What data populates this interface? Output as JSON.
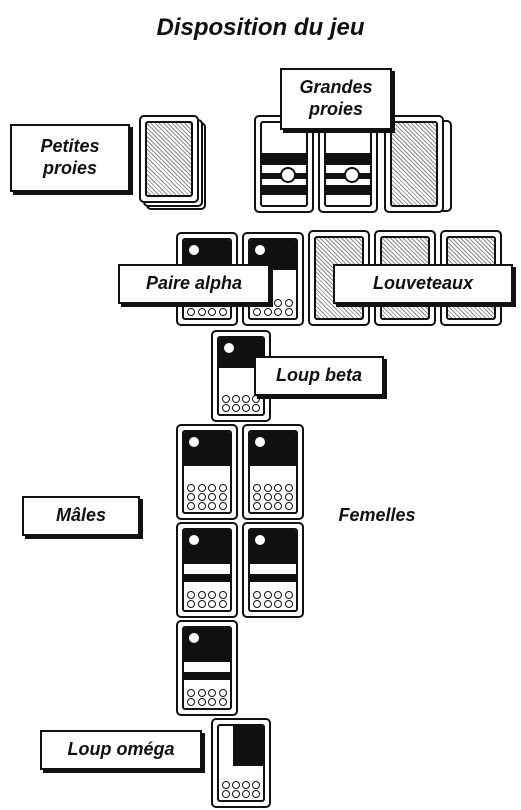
{
  "title": "Disposition du jeu",
  "labels": {
    "petites_proies": "Petites\nproies",
    "grandes_proies": "Grandes\nproies",
    "paire_alpha": "Paire alpha",
    "louveteaux": "Louveteaux",
    "loup_beta": "Loup beta",
    "males": "Mâles",
    "femelles": "Femelles",
    "loup_omega": "Loup oméga"
  }
}
